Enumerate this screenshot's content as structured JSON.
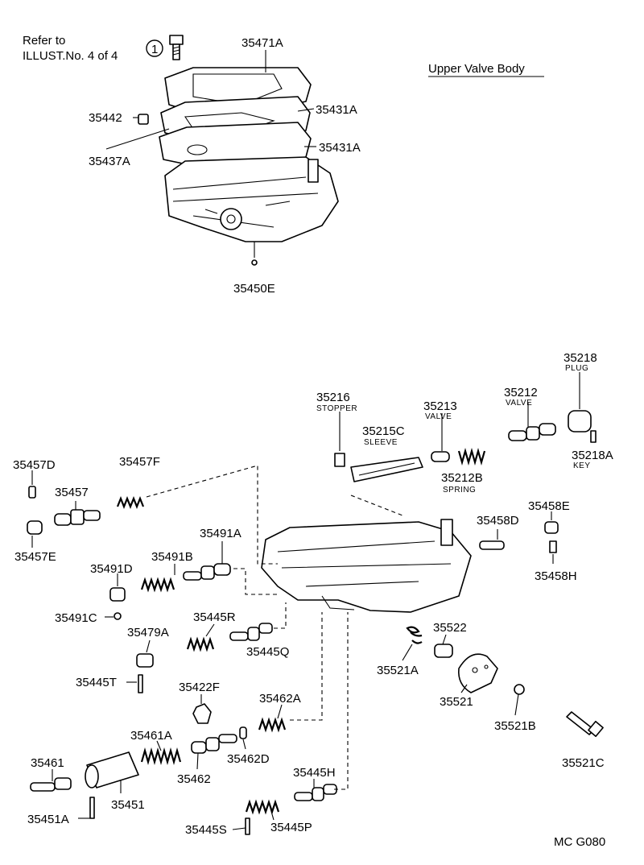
{
  "header": {
    "refer_line1": "Refer to",
    "refer_line2": "ILLUST.No. 4 of 4",
    "circled_ref": "1",
    "section_title": "Upper Valve Body",
    "footer_code": "MC  G080"
  },
  "parts": {
    "p35471A": "35471A",
    "p35442": "35442",
    "p35431A_1": "35431A",
    "p35431A_2": "35431A",
    "p35437A": "35437A",
    "p35450E": "35450E",
    "p35218": "35218",
    "p35218_desc": "PLUG",
    "p35216": "35216",
    "p35216_desc": "STOPPER",
    "p35213": "35213",
    "p35213_desc": "VALVE",
    "p35212": "35212",
    "p35212_desc": "VALVE",
    "p35215C": "35215C",
    "p35215C_desc": "SLEEVE",
    "p35212B": "35212B",
    "p35212B_desc": "SPRING",
    "p35218A": "35218A",
    "p35218A_desc": "KEY",
    "p35457D": "35457D",
    "p35457F": "35457F",
    "p35457": "35457",
    "p35457E": "35457E",
    "p35491A": "35491A",
    "p35491B": "35491B",
    "p35491D": "35491D",
    "p35491C": "35491C",
    "p35458D": "35458D",
    "p35458E": "35458E",
    "p35458H": "35458H",
    "p35479A": "35479A",
    "p35445R": "35445R",
    "p35445Q": "35445Q",
    "p35445T": "35445T",
    "p35522": "35522",
    "p35521A": "35521A",
    "p35521": "35521",
    "p35422F": "35422F",
    "p35462A": "35462A",
    "p35521B": "35521B",
    "p35461A": "35461A",
    "p35461": "35461",
    "p35462D": "35462D",
    "p35521C": "35521C",
    "p35462": "35462",
    "p35451": "35451",
    "p35445H": "35445H",
    "p35451A": "35451A",
    "p35445S": "35445S",
    "p35445P": "35445P"
  }
}
